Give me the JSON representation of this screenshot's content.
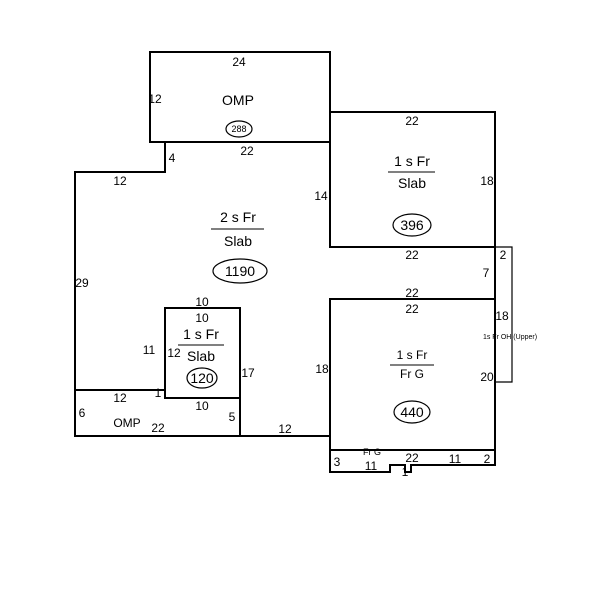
{
  "rooms": {
    "omp_top": {
      "name": "OMP",
      "area": "288"
    },
    "main": {
      "line1": "2 s Fr",
      "line2": "Slab",
      "area": "1190"
    },
    "upper_right": {
      "line1": "1 s Fr",
      "line2": "Slab",
      "area": "396"
    },
    "small_inner": {
      "line1": "1 s Fr",
      "line2": "Slab",
      "area": "120"
    },
    "lower_right": {
      "line1": "1 s Fr",
      "line2": "Fr G",
      "area": "440"
    },
    "omp_bottom": {
      "name": "OMP"
    },
    "frg_strip": {
      "name": "Fr G"
    },
    "overhang": {
      "name": "1s Fr OH (Upper)"
    }
  },
  "dimensions": {
    "omp_top_width": "24",
    "omp_top_height": "12",
    "omp_top_bottom": "22",
    "step_4": "4",
    "main_top_left": "12",
    "main_left": "29",
    "main_right_14": "14",
    "upper_right_top": "22",
    "upper_right_right": "18",
    "upper_right_bottom": "22",
    "notch_2": "2",
    "notch_7": "7",
    "lower_right_top_a": "22",
    "lower_right_top_b": "22",
    "lower_right_left": "18",
    "lower_right_right_18": "18",
    "lower_right_right_20": "20",
    "inner_top_outer": "10",
    "inner_top_inner": "10",
    "inner_left_outer": "11",
    "inner_left_inner": "12",
    "inner_right": "17",
    "inner_bottom": "10",
    "inner_bottom_1": "1",
    "omp_bottom_top": "12",
    "omp_bottom_left": "6",
    "omp_bottom_bottom": "22",
    "omp_bottom_right": "5",
    "bottom_12": "12",
    "frg_3": "3",
    "frg_11a": "11",
    "frg_1": "1",
    "frg_22": "22",
    "frg_11b": "11",
    "frg_2": "2"
  }
}
